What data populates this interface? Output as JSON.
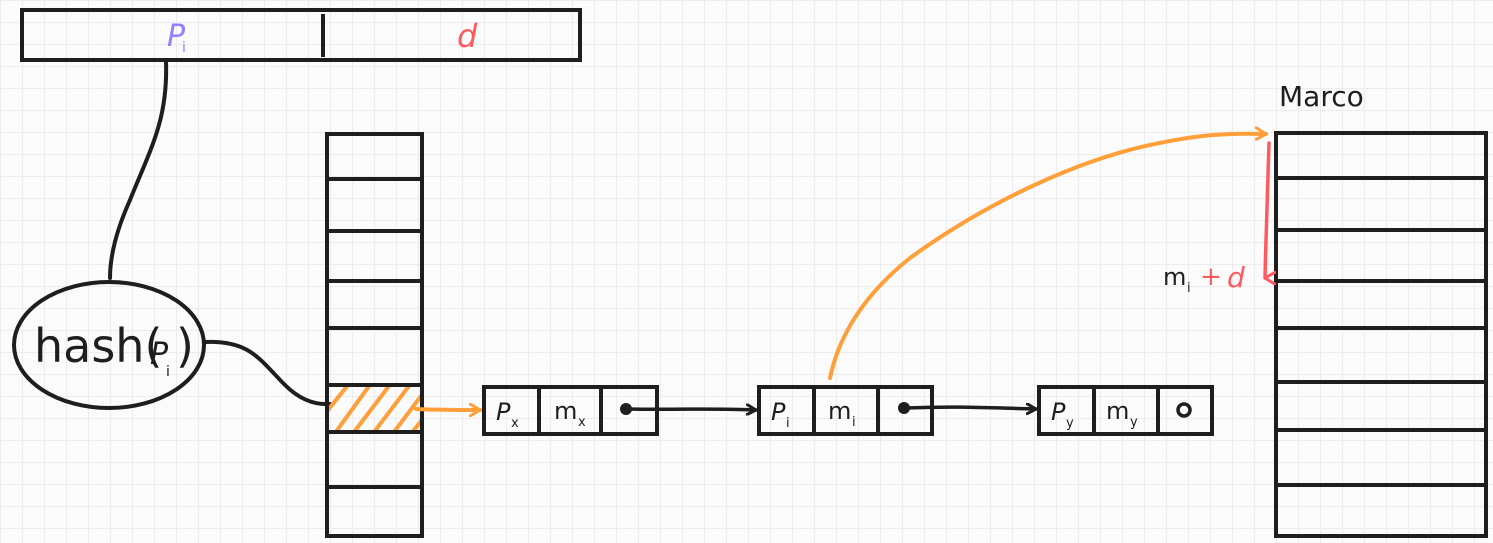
{
  "address": {
    "page_label": "P",
    "page_sub": "i",
    "offset_label": "d"
  },
  "hash_fn": {
    "name": "hash(",
    "arg": "P",
    "arg_sub": "i",
    "close": ")"
  },
  "chain": [
    {
      "page": "P",
      "page_sub": "x",
      "frame": "m",
      "frame_sub": "x",
      "next": "pointer"
    },
    {
      "page": "P",
      "page_sub": "i",
      "frame": "m",
      "frame_sub": "i",
      "next": "pointer"
    },
    {
      "page": "P",
      "page_sub": "y",
      "frame": "m",
      "frame_sub": "y",
      "next": "null"
    }
  ],
  "memory": {
    "title": "Marco",
    "address_label": "m",
    "address_sub": "i",
    "plus": "+",
    "offset": "d"
  },
  "colors": {
    "stroke": "#1e1e1e",
    "page_color": "#8f82ff",
    "offset_color": "#ff5a5f",
    "highlight": "#ff9f3a",
    "grid": "#ececec"
  }
}
